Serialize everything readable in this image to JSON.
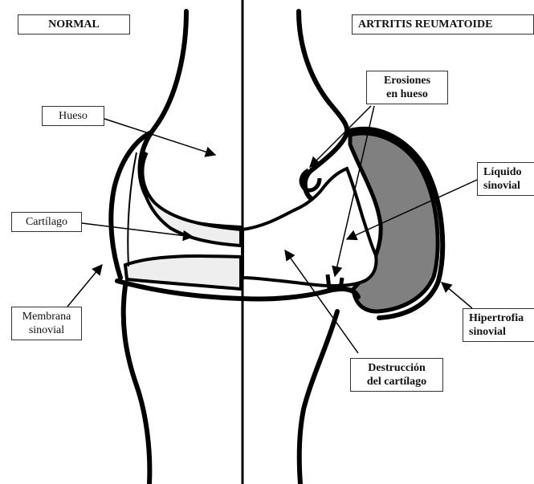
{
  "panels": {
    "left_title": "NORMAL",
    "right_title": "ARTRITIS REUMATOIDE"
  },
  "labels": {
    "hueso": "Hueso",
    "cartilago": "Cartílago",
    "membrana": [
      "Membrana",
      "sinovial"
    ],
    "erosiones": [
      "Erosiones",
      "en hueso"
    ],
    "liquido": [
      "Líquido",
      "sinovial"
    ],
    "hipertrofia": [
      "Hipertrofia",
      "sinovial"
    ],
    "destruccion": [
      "Destrucción",
      "del cartílago"
    ]
  },
  "colors": {
    "outline": "#000000",
    "cartilage": "#eeeeee",
    "hypertrophy": "#808080",
    "background": "#ffffff"
  }
}
